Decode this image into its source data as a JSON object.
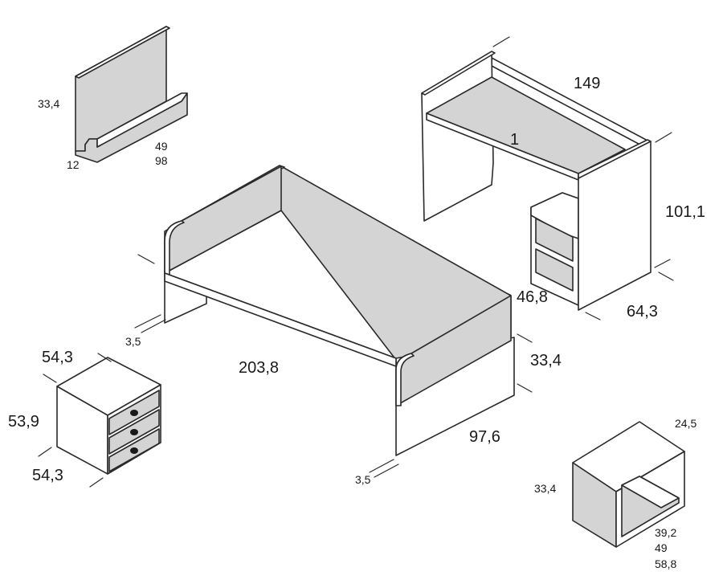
{
  "colors": {
    "panel_fill": "#d4d4d4",
    "light_fill": "#ffffff",
    "outline": "#2a2a2a",
    "text": "#1a1a1a"
  },
  "shelf": {
    "height": "33,4",
    "depth": "12",
    "width_a": "49",
    "width_b": "98"
  },
  "desk": {
    "width": "149",
    "top_thickness": "1",
    "height": "101,1",
    "depth": "64,3"
  },
  "bed": {
    "length": "203,8",
    "head_height": "46,8",
    "base_height": "33,4",
    "width": "97,6",
    "inset_left": "3,5",
    "inset_right": "3,5"
  },
  "drawer_unit": {
    "width": "54,3",
    "height": "53,9",
    "depth": "54,3"
  },
  "cube": {
    "depth": "24,5",
    "height": "33,4",
    "width_a": "39,2",
    "width_b": "49",
    "width_c": "58,8"
  }
}
